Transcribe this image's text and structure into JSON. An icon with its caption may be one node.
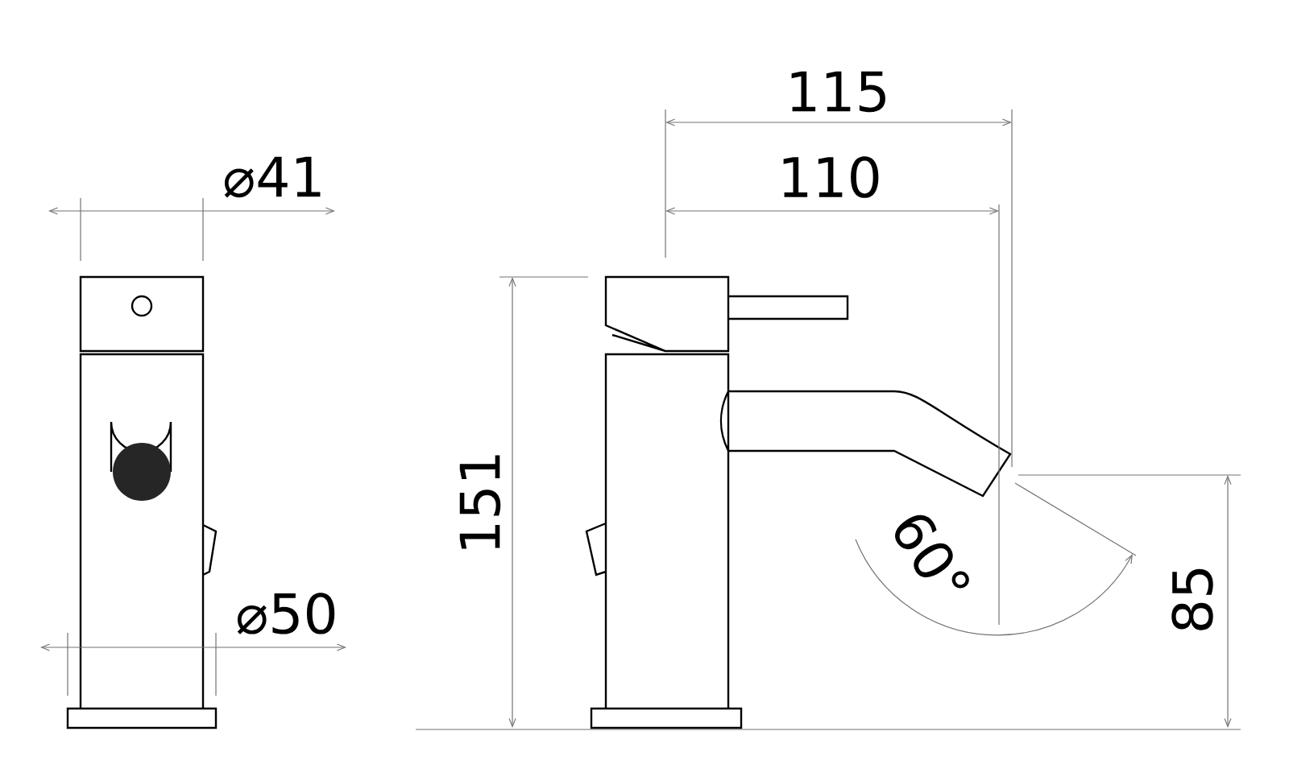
{
  "diagram": {
    "labels": [
      "⌀41",
      "115",
      "110",
      "151",
      "⌀50",
      "60°",
      "85"
    ]
  }
}
